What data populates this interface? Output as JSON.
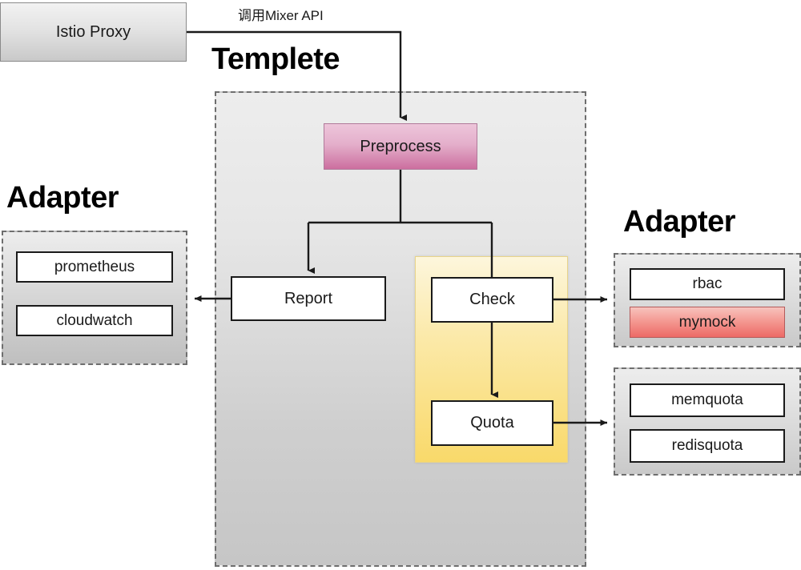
{
  "diagram": {
    "title_templete": "Templete",
    "edge_label_mixer": "调用Mixer API",
    "source_node": "Istio Proxy",
    "preprocess_node": "Preprocess",
    "report_node": "Report",
    "check_node": "Check",
    "quota_node": "Quota"
  },
  "adapter_left": {
    "title": "Adapter",
    "items": [
      {
        "label": "prometheus"
      },
      {
        "label": "cloudwatch"
      }
    ]
  },
  "adapter_right": {
    "title": "Adapter",
    "check_group": [
      {
        "label": "rbac"
      },
      {
        "label": "mymock"
      }
    ],
    "quota_group": [
      {
        "label": "memquota"
      },
      {
        "label": "redisquota"
      }
    ]
  },
  "colors": {
    "preprocess_pink": "#cc6f9f",
    "mymock_red": "#ed6a66",
    "highlight_yellow": "#f9d96a",
    "panel_gray": "#cfcfcf",
    "dash_border": "#6e6e6e",
    "line_black": "#1a1a1a"
  }
}
